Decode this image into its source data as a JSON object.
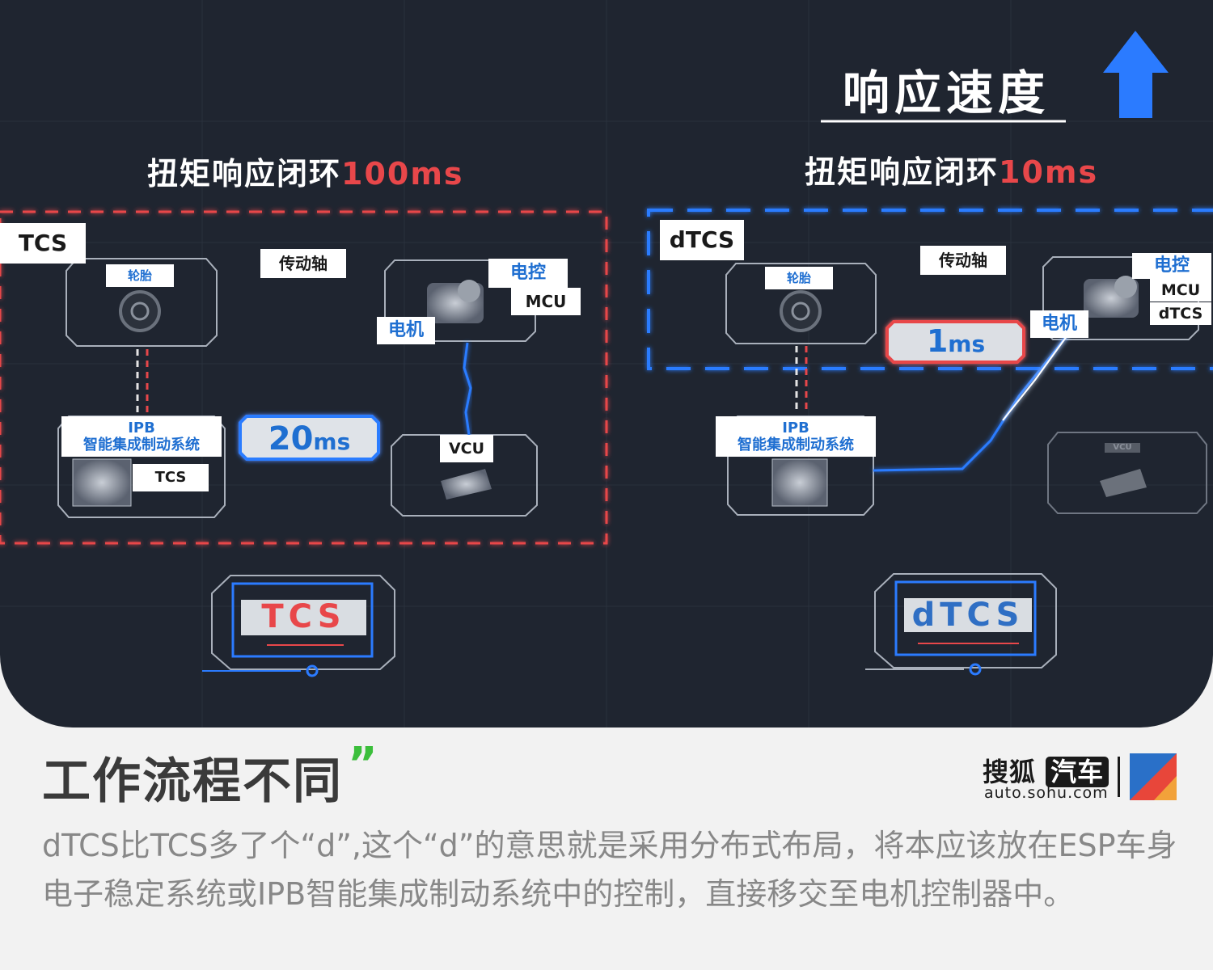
{
  "top_heading": "响应速度",
  "colors": {
    "panel_bg": "#1f2530",
    "red_accent": "#e8474a",
    "blue_accent": "#2b7bff",
    "label_blue": "#1f6fd1"
  },
  "left_diagram": {
    "title_prefix": "扭矩响应闭环",
    "title_value": "100ms",
    "system_tag": "TCS",
    "tire_label": "轮胎",
    "shaft_label": "传动轴",
    "ecu_label": "电控",
    "mcu_label": "MCU",
    "motor_label": "电机",
    "ipb_title": "IPB",
    "ipb_subtitle": "智能集成制动系统",
    "ipb_tcs_label": "TCS",
    "latency_value": "20",
    "latency_unit": "ms",
    "vcu_label": "VCU",
    "badge_label": "TCS"
  },
  "right_diagram": {
    "title_prefix": "扭矩响应闭环",
    "title_value": "10ms",
    "system_tag": "dTCS",
    "tire_label": "轮胎",
    "shaft_label": "传动轴",
    "ecu_label": "电控",
    "mcu_label": "MCU",
    "dtcs_label": "dTCS",
    "motor_label": "电机",
    "latency_value": "1",
    "latency_unit": "ms",
    "ipb_title": "IPB",
    "ipb_subtitle": "智能集成制动系统",
    "vcu_label": "VCU",
    "badge_label": "dTCS"
  },
  "caption": {
    "heading": "工作流程不同",
    "quote_mark": "”",
    "body": "dTCS比TCS多了个“d”,这个“d”的意思就是采用分布式布局，将本应该放在ESP车身电子稳定系统或IPB智能集成制动系统中的控制，直接移交至电机控制器中。"
  },
  "brand": {
    "name_cn": "搜狐",
    "name_cn_suffix": "汽车",
    "url": "auto.sohu.com"
  }
}
